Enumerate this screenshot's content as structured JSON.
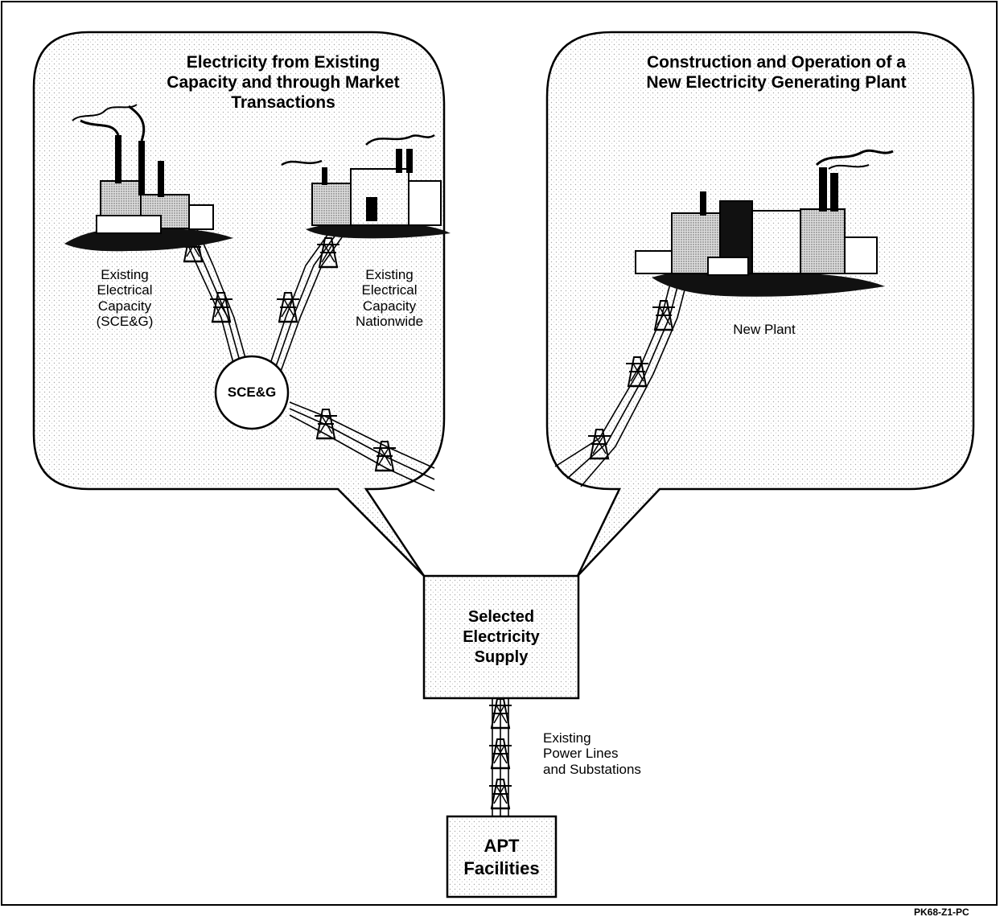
{
  "left_bubble": {
    "title_lines": [
      "Electricity from Existing",
      "Capacity and through Market Transactions"
    ],
    "plant_left_label_lines": [
      "Existing",
      "Electrical",
      "Capacity",
      "(SCE&G)"
    ],
    "plant_right_label_lines": [
      "Existing",
      "Electrical",
      "Capacity",
      "Nationwide"
    ],
    "hub_label": "SCE&G"
  },
  "right_bubble": {
    "title_lines": [
      "Construction and Operation of a",
      "New Electricity Generating Plant"
    ],
    "plant_label": "New Plant"
  },
  "supply_box": {
    "label_lines": [
      "Selected",
      "Electricity",
      "Supply"
    ]
  },
  "power_lines": {
    "label_lines": [
      "Existing",
      "Power Lines",
      "and Substations"
    ]
  },
  "apt_box": {
    "label_lines": [
      "APT",
      "Facilities"
    ]
  },
  "footer_code": "PK68-Z1-PC",
  "colors": {
    "ink": "#000000",
    "stipple": "#b8b8b8",
    "paper": "#ffffff"
  }
}
